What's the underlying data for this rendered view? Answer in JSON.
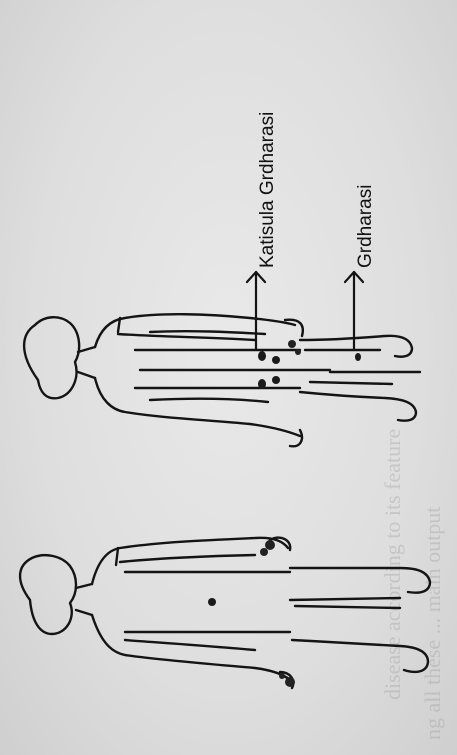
{
  "labels": {
    "point_1": "Katisula Grdharasi",
    "point_2": "Grdharasi"
  },
  "colors": {
    "ink": "#141414",
    "paper": "#dcdcdc",
    "dots": "#1a1a1a"
  },
  "figures": [
    "front-view-body-outline",
    "back-view-body-outline"
  ]
}
